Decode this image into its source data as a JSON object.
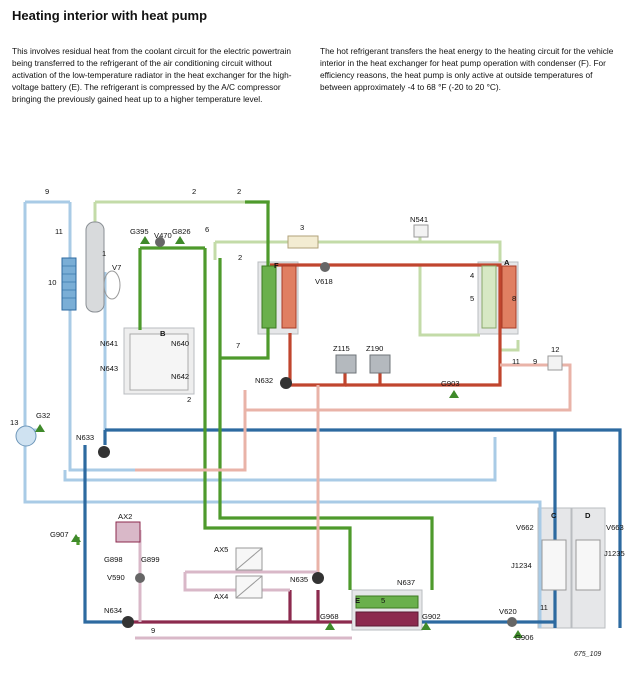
{
  "title": "Heating interior with heat pump",
  "paragraph_left": "This involves residual heat from the coolant circuit for the electric powertrain being transferred to the refrigerant of the air conditioning circuit without activation of the low-temperature radiator in the heat exchanger for the high-voltage battery (E). The refrigerant is compressed by the A/C compressor bringing the previously gained heat up to a higher temperature level.",
  "paragraph_right": "The hot refrigerant transfers the heat energy to the heating circuit for the vehicle interior in the heat exchanger for heat pump operation with condenser (F). For efficiency reasons, the heat pump is only active at outside temperatures of between approximately -4 to 68 °F (-20 to 20 °C).",
  "colors": {
    "green_dark": "#4e9a2c",
    "green_light": "#c3dba8",
    "red_dark": "#c0452e",
    "red_light": "#e9b3a8",
    "blue_dark": "#2d6aa0",
    "blue_light": "#a9cbe6",
    "purple_dark": "#8c2a4e",
    "purple_light": "#d9b8c8",
    "component_gray": "#9aa0a6"
  },
  "labels": {
    "n9a": "9",
    "n2a": "2",
    "n2b": "2",
    "n11a": "11",
    "n10": "10",
    "n1": "1",
    "v7": "V7",
    "g395": "G395",
    "v470": "V470",
    "g826": "G826",
    "n6": "6",
    "n2c": "2",
    "n3": "3",
    "n541": "N541",
    "f": "F",
    "v618": "V618",
    "a": "A",
    "n4": "4",
    "n5": "5",
    "n8": "8",
    "b": "B",
    "n641": "N641",
    "n640": "N640",
    "n7": "7",
    "n643": "N643",
    "n642": "N642",
    "n2d": "2",
    "n632": "N632",
    "z115": "Z115",
    "z190": "Z190",
    "g903": "G903",
    "n11b": "11",
    "n9b": "9",
    "n12": "12",
    "n13": "13",
    "g32": "G32",
    "n633": "N633",
    "c": "C",
    "d": "D",
    "v662": "V662",
    "v663": "V663",
    "g907": "G907",
    "ax2": "AX2",
    "g898": "G898",
    "g899": "G899",
    "v590": "V590",
    "ax5": "AX5",
    "ax4": "AX4",
    "j1234": "J1234",
    "j1235": "J1235",
    "n635": "N635",
    "n637": "N637",
    "e": "E",
    "n5b": "5",
    "n634": "N634",
    "n9c": "9",
    "g968": "G968",
    "g902": "G902",
    "v620": "V620",
    "g906": "G906",
    "n11c": "11"
  },
  "figure_id": "675_109"
}
